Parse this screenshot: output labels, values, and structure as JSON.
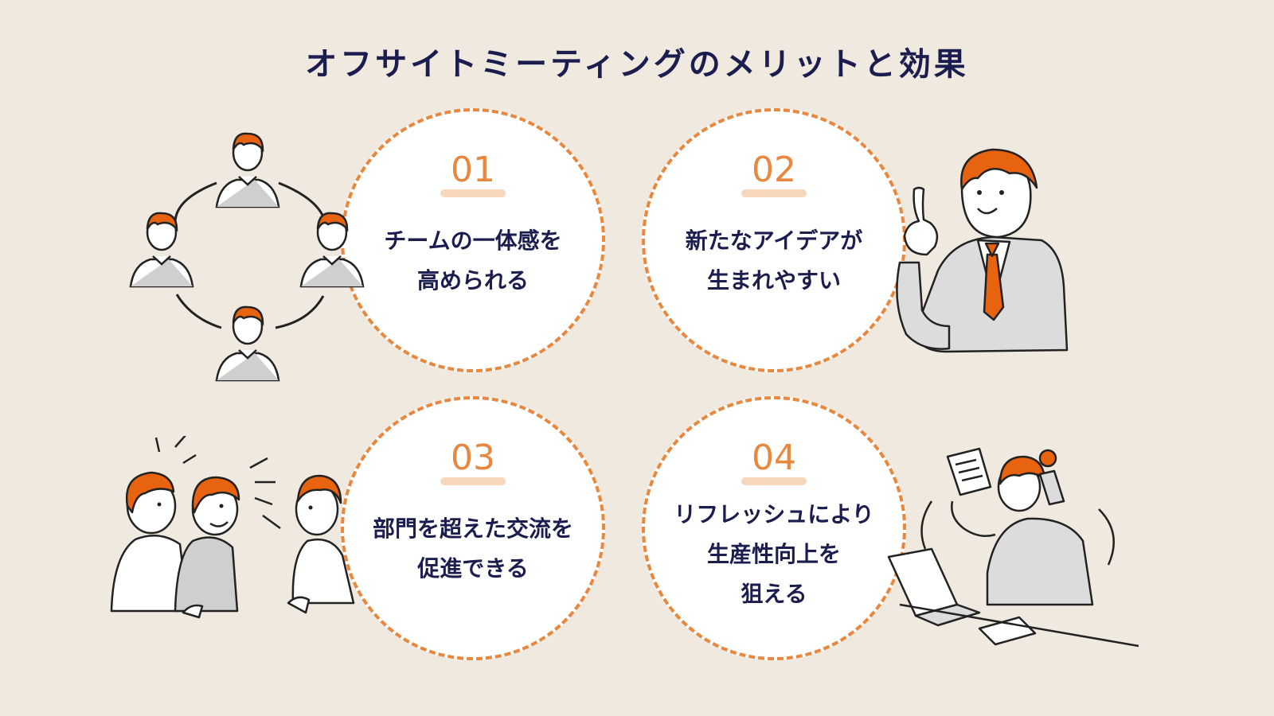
{
  "title": "オフサイトミーティングのメリットと効果",
  "cards": [
    {
      "number": "01",
      "lines": [
        "チームの一体感を",
        "高められる"
      ]
    },
    {
      "number": "02",
      "lines": [
        "新たなアイデアが",
        "生まれやすい"
      ]
    },
    {
      "number": "03",
      "lines": [
        "部門を超えた交流を",
        "促進できる"
      ]
    },
    {
      "number": "04",
      "lines": [
        "リフレッシュにより",
        "生産性向上を",
        "狙える"
      ]
    }
  ],
  "colors": {
    "accent": "#e8883f",
    "hair": "#e8630f",
    "navy": "#1a1d4e",
    "background": "#efe9df"
  },
  "icons": [
    "team-circle-illustration",
    "idea-man-illustration",
    "chatting-people-illustration",
    "busy-worker-illustration"
  ]
}
